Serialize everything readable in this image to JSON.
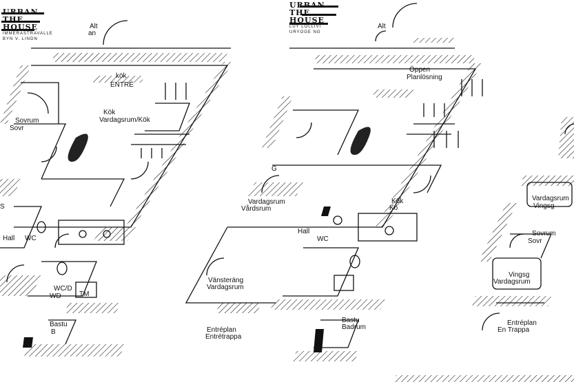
{
  "logo_left": {
    "lines": [
      "URBAN",
      "THE",
      "HOUSE"
    ],
    "sub": [
      "IMMERASTRAVALLE",
      "BYN V. LINDN"
    ]
  },
  "logo_mid": {
    "lines": [
      "URBAN",
      "THE",
      "HOUSE"
    ],
    "sub": [
      "LUY LOLLIVI",
      "URYOGE NG"
    ]
  },
  "rooms": {
    "left": {
      "alt": "Alt",
      "alt2": "an",
      "kok_top": "kök",
      "kok_bot": "ENTRÉ",
      "kitchen_a": "Kök",
      "kitchen_b": "Vardagsrum/Kök",
      "sovrum_a": "Sovrum",
      "sovrum_b": "Sovr",
      "s": "S",
      "wc_a": "Hall",
      "wc_b": "WC",
      "wc_c": "WC/D",
      "wc_d": "WD",
      "wc_e": "TM",
      "balkong_a": "Bastu",
      "balkong_b": "B"
    },
    "mid": {
      "alt": "Alt",
      "oppen_a": "Öppen",
      "oppen_b": "Planlösning",
      "g": "G",
      "vards_a": "Vardagsrum",
      "vards_b": "Vårdsrum",
      "kok_a": "Kök",
      "kok_b": "Kö",
      "hall_a": "Hall",
      "hall_b": "WC",
      "vans_a": "Vänsteräng",
      "vans_b": "Vardagsrum",
      "entre_a": "Entréplan",
      "entre_b": "Entrétrappa",
      "bastu_a": "Bastu",
      "bastu_b": "Badrum"
    },
    "right": {
      "vard_a": "Vardagsrum",
      "vard_b": "Vingsg",
      "sov_a": "Sovrum",
      "sov_b": "Sovr",
      "ving_a": "Vingsg",
      "ving_b": "Vardagsrum",
      "entre_a": "Entréplan",
      "entre_b": "En Trappa"
    }
  }
}
